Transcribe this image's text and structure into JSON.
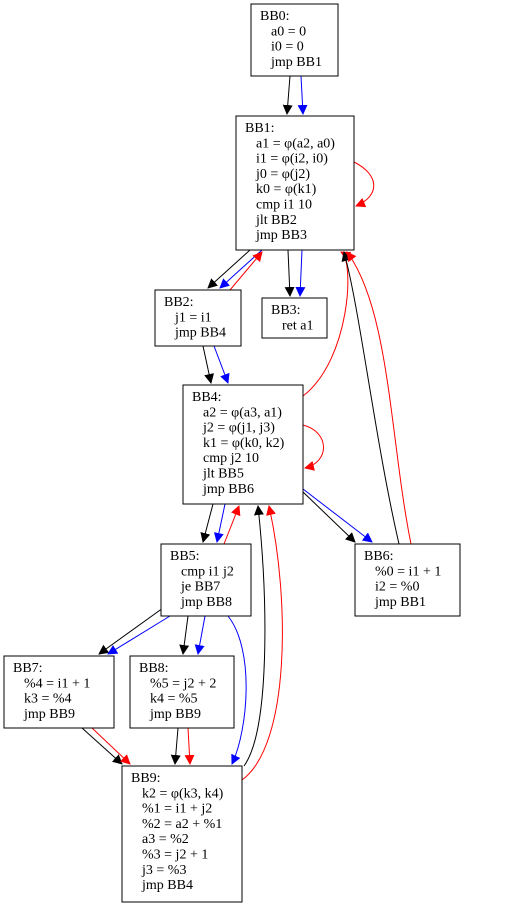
{
  "colors": {
    "black": "#000000",
    "blue": "#0000ff",
    "red": "#ff0000"
  },
  "nodes": [
    {
      "id": "BB0",
      "label": "BB0:",
      "lines": [
        "a0 = 0",
        "i0 = 0",
        "jmp BB1"
      ]
    },
    {
      "id": "BB1",
      "label": "BB1:",
      "lines": [
        "a1 = φ(a2, a0)",
        "i1 = φ(i2, i0)",
        "j0 = φ(j2)",
        "k0 = φ(k1)",
        "cmp i1 10",
        "jlt BB2",
        "jmp BB3"
      ]
    },
    {
      "id": "BB2",
      "label": "BB2:",
      "lines": [
        "j1 = i1",
        "jmp BB4"
      ]
    },
    {
      "id": "BB3",
      "label": "BB3:",
      "lines": [
        "ret a1"
      ]
    },
    {
      "id": "BB4",
      "label": "BB4:",
      "lines": [
        "a2 = φ(a3, a1)",
        "j2 = φ(j1, j3)",
        "k1 = φ(k0, k2)",
        "cmp j2 10",
        "jlt BB5",
        "jmp BB6"
      ]
    },
    {
      "id": "BB5",
      "label": "BB5:",
      "lines": [
        "cmp i1 j2",
        "je BB7",
        "jmp BB8"
      ]
    },
    {
      "id": "BB6",
      "label": "BB6:",
      "lines": [
        "%0 = i1 + 1",
        "i2 = %0",
        "jmp BB1"
      ]
    },
    {
      "id": "BB7",
      "label": "BB7:",
      "lines": [
        "%4 = i1 + 1",
        "k3 = %4",
        "jmp BB9"
      ]
    },
    {
      "id": "BB8",
      "label": "BB8:",
      "lines": [
        "%5 = j2 + 2",
        "k4 = %5",
        "jmp BB9"
      ]
    },
    {
      "id": "BB9",
      "label": "BB9:",
      "lines": [
        "k2 = φ(k3, k4)",
        "%1 = i1 + j2",
        "%2 = a2 + %1",
        "a3 = %2",
        "%3 = j2 + 1",
        "j3 = %3",
        "jmp BB4"
      ]
    }
  ],
  "edges": [
    {
      "from": "BB0",
      "to": "BB1",
      "color": "black"
    },
    {
      "from": "BB0",
      "to": "BB1",
      "color": "blue"
    },
    {
      "from": "BB1",
      "to": "BB1",
      "color": "red"
    },
    {
      "from": "BB1",
      "to": "BB2",
      "color": "black"
    },
    {
      "from": "BB1",
      "to": "BB2",
      "color": "blue"
    },
    {
      "from": "BB2",
      "to": "BB1",
      "color": "red"
    },
    {
      "from": "BB1",
      "to": "BB3",
      "color": "black"
    },
    {
      "from": "BB1",
      "to": "BB3",
      "color": "blue"
    },
    {
      "from": "BB2",
      "to": "BB4",
      "color": "black"
    },
    {
      "from": "BB2",
      "to": "BB4",
      "color": "blue"
    },
    {
      "from": "BB4",
      "to": "BB1",
      "color": "red"
    },
    {
      "from": "BB4",
      "to": "BB4",
      "color": "red"
    },
    {
      "from": "BB4",
      "to": "BB5",
      "color": "black"
    },
    {
      "from": "BB4",
      "to": "BB5",
      "color": "blue"
    },
    {
      "from": "BB5",
      "to": "BB4",
      "color": "red"
    },
    {
      "from": "BB4",
      "to": "BB6",
      "color": "black"
    },
    {
      "from": "BB4",
      "to": "BB6",
      "color": "blue"
    },
    {
      "from": "BB6",
      "to": "BB1",
      "color": "black"
    },
    {
      "from": "BB6",
      "to": "BB1",
      "color": "red"
    },
    {
      "from": "BB5",
      "to": "BB7",
      "color": "black"
    },
    {
      "from": "BB5",
      "to": "BB7",
      "color": "blue"
    },
    {
      "from": "BB5",
      "to": "BB8",
      "color": "black"
    },
    {
      "from": "BB5",
      "to": "BB8",
      "color": "blue"
    },
    {
      "from": "BB5",
      "to": "BB9",
      "color": "blue"
    },
    {
      "from": "BB7",
      "to": "BB9",
      "color": "black"
    },
    {
      "from": "BB7",
      "to": "BB9",
      "color": "red"
    },
    {
      "from": "BB8",
      "to": "BB9",
      "color": "black"
    },
    {
      "from": "BB8",
      "to": "BB9",
      "color": "red"
    },
    {
      "from": "BB9",
      "to": "BB4",
      "color": "black"
    },
    {
      "from": "BB9",
      "to": "BB4",
      "color": "red"
    }
  ]
}
